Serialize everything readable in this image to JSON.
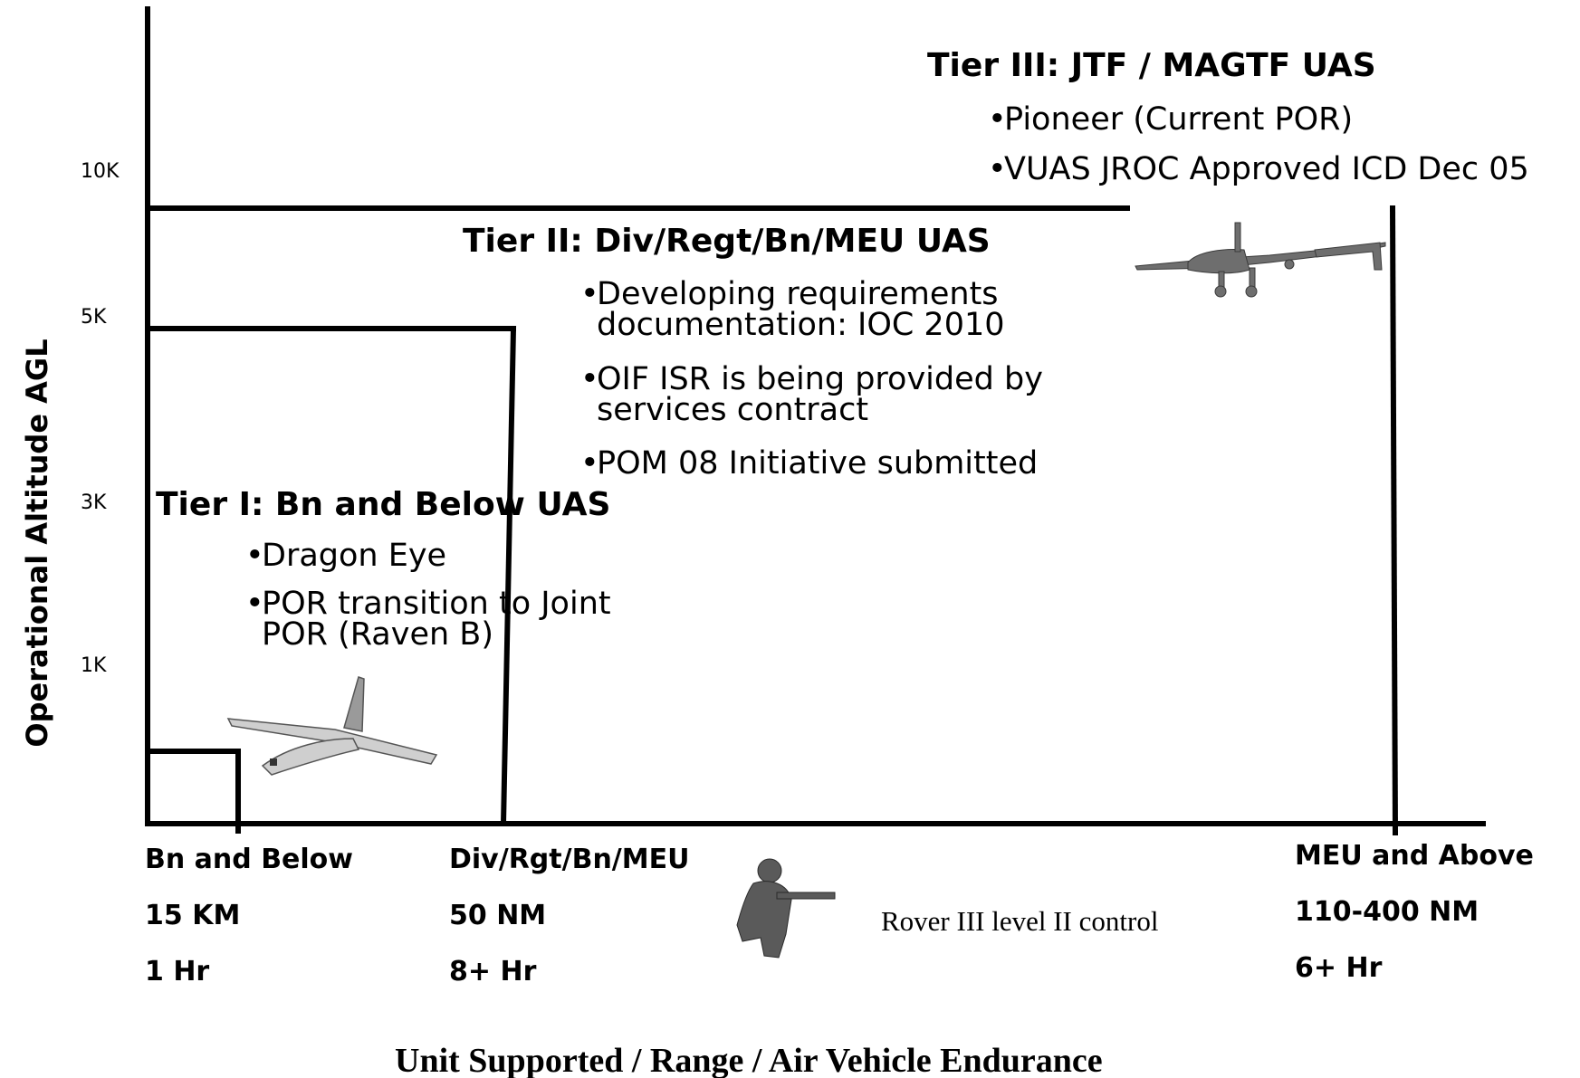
{
  "y_axis": {
    "label": "Operational Altitude AGL",
    "ticks": [
      "10K",
      "5K",
      "3K",
      "1K"
    ]
  },
  "x_axis": {
    "title": "Unit Supported / Range / Air Vehicle Endurance",
    "columns": [
      {
        "unit": "Bn and Below",
        "range": "15 KM",
        "endurance": "1 Hr"
      },
      {
        "unit": "Div/Rgt/Bn/MEU",
        "range": "50 NM",
        "endurance": "8+ Hr"
      },
      {
        "unit": "MEU and Above",
        "range": "110-400 NM",
        "endurance": "6+ Hr"
      }
    ]
  },
  "tiers": [
    {
      "title": "Tier III: JTF / MAGTF UAS",
      "bullets": [
        {
          "lines": [
            "Pioneer (Current POR)"
          ]
        },
        {
          "lines": [
            "VUAS JROC Approved ICD Dec 05"
          ]
        }
      ]
    },
    {
      "title": "Tier II: Div/Regt/Bn/MEU UAS",
      "bullets": [
        {
          "lines": [
            "Developing requirements",
            "documentation: IOC 2010"
          ]
        },
        {
          "lines": [
            "OIF ISR is being provided by",
            "services contract"
          ]
        },
        {
          "lines": [
            "POM 08 Initiative submitted"
          ]
        }
      ]
    },
    {
      "title": "Tier I: Bn and Below UAS",
      "bullets": [
        {
          "lines": [
            "Dragon Eye"
          ]
        },
        {
          "lines": [
            "POR transition to Joint",
            "POR (Raven B)"
          ]
        }
      ]
    }
  ],
  "rover_caption": "Rover III level II control",
  "images": {
    "large_uav": "shadow-uav-photo",
    "small_uav": "dragon-eye-uav-photo",
    "soldier": "soldier-with-rover-photo"
  },
  "colors": {
    "ink": "#000000",
    "background": "#ffffff",
    "photo_gray": "#6e6e6e"
  }
}
